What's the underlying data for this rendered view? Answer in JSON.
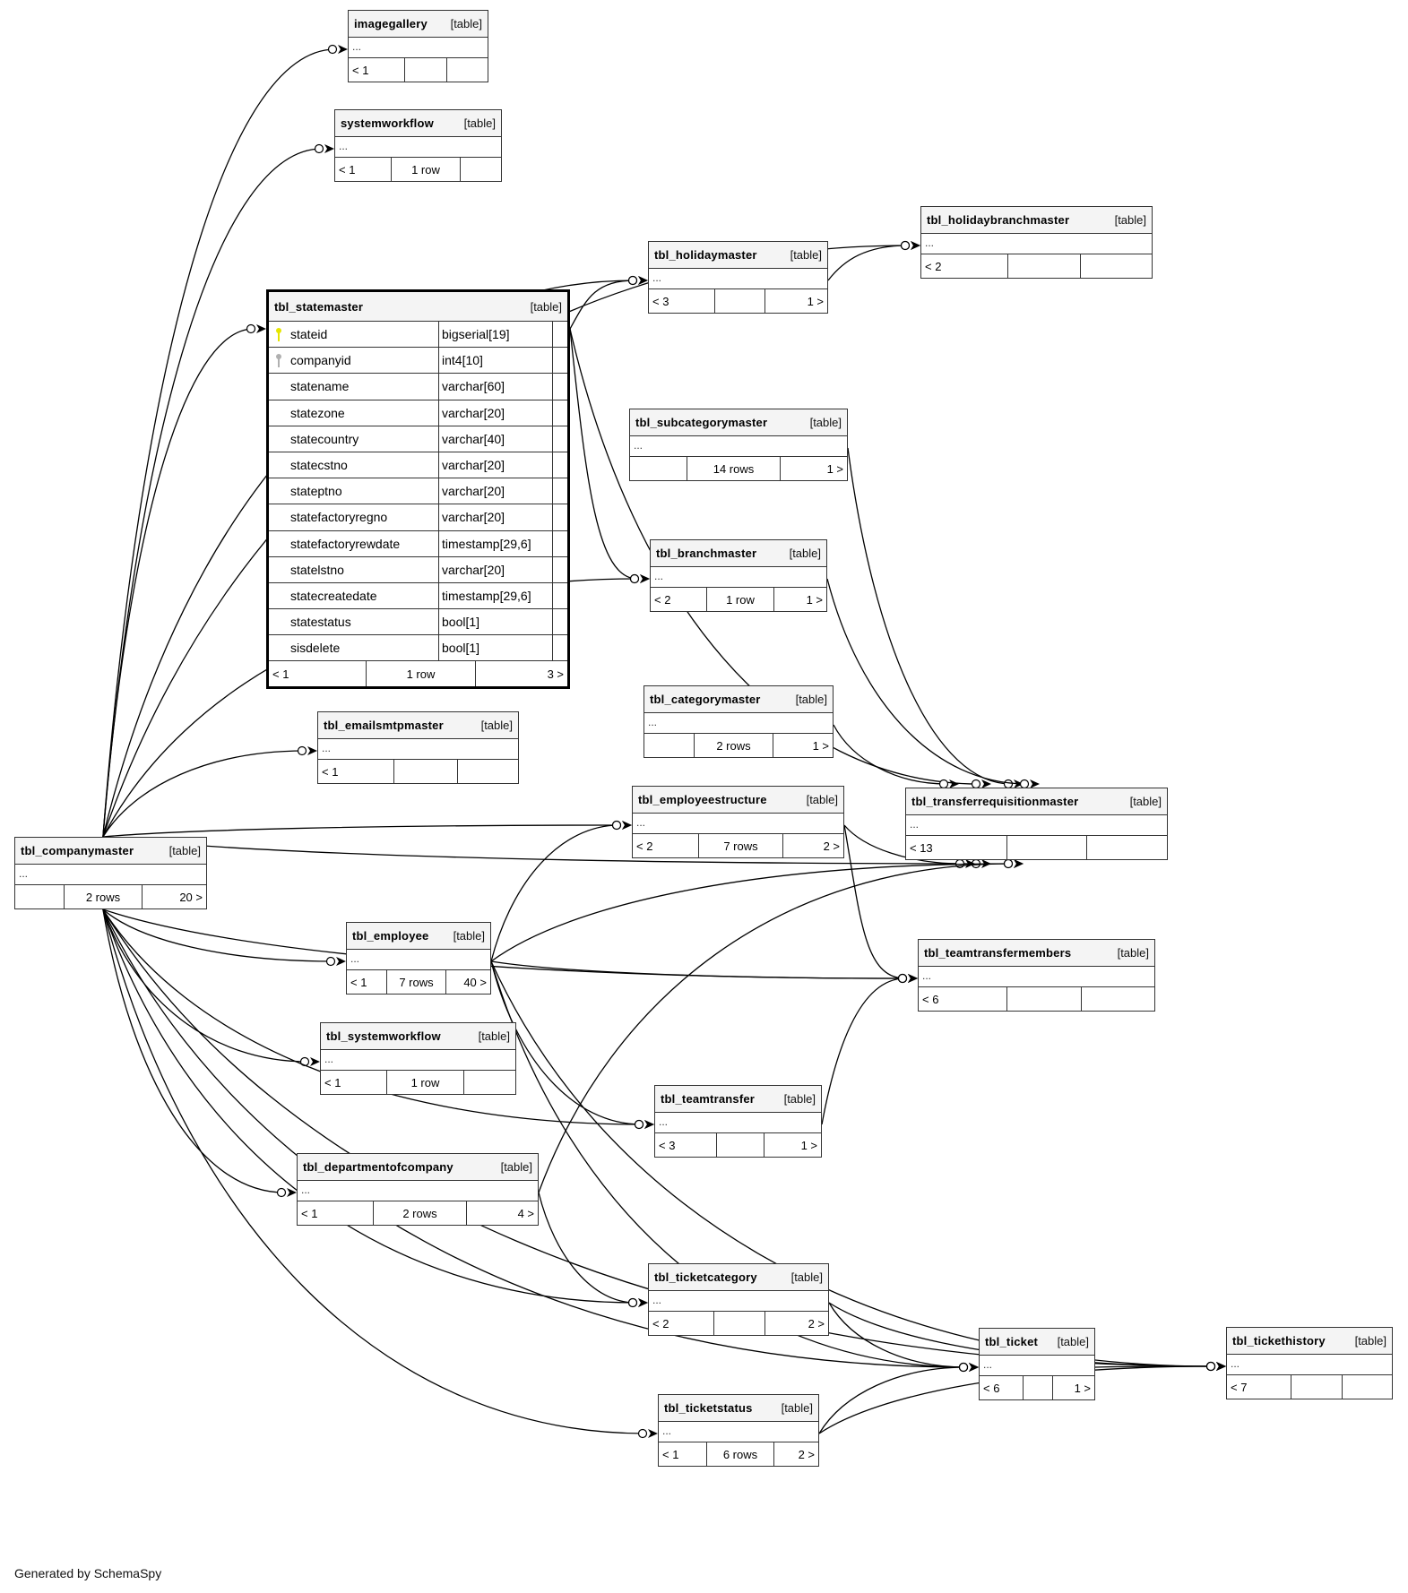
{
  "footer_text": "Generated by SchemaSpy",
  "table_kind_label": "[table]",
  "collapsed_placeholder": "...",
  "colors": {
    "primary_key": "#e6e600",
    "foreign_key": "#b0b0b0",
    "header_bg": "#f4f4f4",
    "border": "#333333"
  },
  "focus_table": {
    "name": "tbl_statemaster",
    "kind": "[table]",
    "columns": [
      {
        "name": "stateid",
        "type": "bigserial[19]",
        "icon": "primary-key-icon"
      },
      {
        "name": "companyid",
        "type": "int4[10]",
        "icon": "foreign-key-icon"
      },
      {
        "name": "statename",
        "type": "varchar[60]",
        "icon": ""
      },
      {
        "name": "statezone",
        "type": "varchar[20]",
        "icon": ""
      },
      {
        "name": "statecountry",
        "type": "varchar[40]",
        "icon": ""
      },
      {
        "name": "statecstno",
        "type": "varchar[20]",
        "icon": ""
      },
      {
        "name": "stateptno",
        "type": "varchar[20]",
        "icon": ""
      },
      {
        "name": "statefactoryregno",
        "type": "varchar[20]",
        "icon": ""
      },
      {
        "name": "statefactoryrewdate",
        "type": "timestamp[29,6]",
        "icon": ""
      },
      {
        "name": "statelstno",
        "type": "varchar[20]",
        "icon": ""
      },
      {
        "name": "statecreatedate",
        "type": "timestamp[29,6]",
        "icon": ""
      },
      {
        "name": "statestatus",
        "type": "bool[1]",
        "icon": ""
      },
      {
        "name": "sisdelete",
        "type": "bool[1]",
        "icon": ""
      }
    ],
    "footer": {
      "parents": "< 1",
      "rows": "1 row",
      "children": "3 >"
    }
  },
  "tables": [
    {
      "id": "imagegallery",
      "name": "imagegallery",
      "parents": "< 1",
      "rows": "",
      "children": ""
    },
    {
      "id": "systemworkflow",
      "name": "systemworkflow",
      "parents": "< 1",
      "rows": "1 row",
      "children": ""
    },
    {
      "id": "holidaybranchmaster",
      "name": "tbl_holidaybranchmaster",
      "parents": "< 2",
      "rows": "",
      "children": ""
    },
    {
      "id": "holidaymaster",
      "name": "tbl_holidaymaster",
      "parents": "< 3",
      "rows": "",
      "children": "1 >"
    },
    {
      "id": "subcategorymaster",
      "name": "tbl_subcategorymaster",
      "parents": "",
      "rows": "14 rows",
      "children": "1 >"
    },
    {
      "id": "branchmaster",
      "name": "tbl_branchmaster",
      "parents": "< 2",
      "rows": "1 row",
      "children": "1 >"
    },
    {
      "id": "categorymaster",
      "name": "tbl_categorymaster",
      "parents": "",
      "rows": "2 rows",
      "children": "1 >"
    },
    {
      "id": "emailsmtpmaster",
      "name": "tbl_emailsmtpmaster",
      "parents": "< 1",
      "rows": "",
      "children": ""
    },
    {
      "id": "employeestructure",
      "name": "tbl_employeestructure",
      "parents": "< 2",
      "rows": "7 rows",
      "children": "2 >"
    },
    {
      "id": "transferrequisitionmaster",
      "name": "tbl_transferrequisitionmaster",
      "parents": "< 13",
      "rows": "",
      "children": ""
    },
    {
      "id": "companymaster",
      "name": "tbl_companymaster",
      "parents": "",
      "rows": "2 rows",
      "children": "20 >"
    },
    {
      "id": "employee",
      "name": "tbl_employee",
      "parents": "< 1",
      "rows": "7 rows",
      "children": "40 >"
    },
    {
      "id": "teamtransfermembers",
      "name": "tbl_teamtransfermembers",
      "parents": "< 6",
      "rows": "",
      "children": ""
    },
    {
      "id": "tblsystemworkflow",
      "name": "tbl_systemworkflow",
      "parents": "< 1",
      "rows": "1 row",
      "children": ""
    },
    {
      "id": "teamtransfer",
      "name": "tbl_teamtransfer",
      "parents": "< 3",
      "rows": "",
      "children": "1 >"
    },
    {
      "id": "departmentofcompany",
      "name": "tbl_departmentofcompany",
      "parents": "< 1",
      "rows": "2 rows",
      "children": "4 >"
    },
    {
      "id": "ticketcategory",
      "name": "tbl_ticketcategory",
      "parents": "< 2",
      "rows": "",
      "children": "2 >"
    },
    {
      "id": "ticket",
      "name": "tbl_ticket",
      "parents": "< 6",
      "rows": "",
      "children": "1 >"
    },
    {
      "id": "tickethistory",
      "name": "tbl_tickethistory",
      "parents": "< 7",
      "rows": "",
      "children": ""
    },
    {
      "id": "ticketstatus",
      "name": "tbl_ticketstatus",
      "parents": "< 1",
      "rows": "6 rows",
      "children": "2 >"
    }
  ],
  "relationships": [
    {
      "from": "companymaster",
      "to": "imagegallery"
    },
    {
      "from": "companymaster",
      "to": "systemworkflow"
    },
    {
      "from": "companymaster",
      "to": "holidaybranchmaster"
    },
    {
      "from": "companymaster",
      "to": "holidaymaster"
    },
    {
      "from": "companymaster",
      "to": "statemaster"
    },
    {
      "from": "companymaster",
      "to": "branchmaster"
    },
    {
      "from": "companymaster",
      "to": "emailsmtpmaster"
    },
    {
      "from": "companymaster",
      "to": "employeestructure"
    },
    {
      "from": "companymaster",
      "to": "transferrequisitionmaster"
    },
    {
      "from": "companymaster",
      "to": "employee"
    },
    {
      "from": "companymaster",
      "to": "tblsystemworkflow"
    },
    {
      "from": "companymaster",
      "to": "teamtransfer"
    },
    {
      "from": "companymaster",
      "to": "departmentofcompany"
    },
    {
      "from": "companymaster",
      "to": "ticketcategory"
    },
    {
      "from": "companymaster",
      "to": "ticket"
    },
    {
      "from": "companymaster",
      "to": "ticketstatus"
    },
    {
      "from": "companymaster",
      "to": "tickethistory"
    },
    {
      "from": "companymaster",
      "to": "teamtransfermembers"
    },
    {
      "from": "statemaster",
      "to": "holidaymaster"
    },
    {
      "from": "statemaster",
      "to": "branchmaster"
    },
    {
      "from": "statemaster",
      "to": "transferrequisitionmaster"
    },
    {
      "from": "holidaymaster",
      "to": "holidaybranchmaster"
    },
    {
      "from": "subcategorymaster",
      "to": "transferrequisitionmaster"
    },
    {
      "from": "branchmaster",
      "to": "transferrequisitionmaster"
    },
    {
      "from": "categorymaster",
      "to": "transferrequisitionmaster"
    },
    {
      "from": "employeestructure",
      "to": "transferrequisitionmaster"
    },
    {
      "from": "employeestructure",
      "to": "teamtransfermembers"
    },
    {
      "from": "employee",
      "to": "employeestructure"
    },
    {
      "from": "employee",
      "to": "transferrequisitionmaster"
    },
    {
      "from": "employee",
      "to": "teamtransfermembers"
    },
    {
      "from": "employee",
      "to": "teamtransfer"
    },
    {
      "from": "employee",
      "to": "ticket"
    },
    {
      "from": "employee",
      "to": "tickethistory"
    },
    {
      "from": "teamtransfer",
      "to": "teamtransfermembers"
    },
    {
      "from": "departmentofcompany",
      "to": "transferrequisitionmaster"
    },
    {
      "from": "departmentofcompany",
      "to": "ticketcategory"
    },
    {
      "from": "ticketcategory",
      "to": "ticket"
    },
    {
      "from": "ticketcategory",
      "to": "tickethistory"
    },
    {
      "from": "ticketstatus",
      "to": "ticket"
    },
    {
      "from": "ticketstatus",
      "to": "tickethistory"
    },
    {
      "from": "ticket",
      "to": "tickethistory"
    }
  ]
}
